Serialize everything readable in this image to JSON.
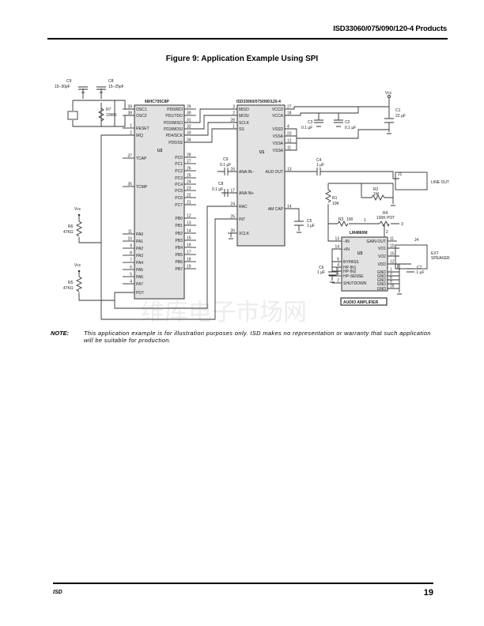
{
  "header": {
    "title": "ISD33060/075/090/120-4 Products"
  },
  "figure": {
    "title": "Figure 9:  Application Example Using SPI"
  },
  "schematic": {
    "mcu": {
      "name": "68HC705C8P",
      "unit": "U2",
      "left_pins": [
        [
          "39",
          "OSC1"
        ],
        [
          "38",
          "OSC2"
        ],
        [
          "1",
          "RESET"
        ],
        [
          "2",
          "IRQ"
        ],
        [
          "37",
          "TCAP"
        ],
        [
          "35",
          "TCMP"
        ],
        [
          "11",
          "PA0"
        ],
        [
          "10",
          "PA1"
        ],
        [
          "9",
          "PA2"
        ],
        [
          "8",
          "PA3"
        ],
        [
          "7",
          "PA4"
        ],
        [
          "6",
          "PA5"
        ],
        [
          "5",
          "PA6"
        ],
        [
          "4",
          "PA7"
        ],
        [
          "",
          "PD7"
        ]
      ],
      "right_pins": [
        [
          "29",
          "PD0/RDI"
        ],
        [
          "30",
          "PD1/TDO"
        ],
        [
          "31",
          "PD2/MISO"
        ],
        [
          "32",
          "PD3/MOSI"
        ],
        [
          "33",
          "PD4/SCK"
        ],
        [
          "34",
          "PD5/SS"
        ],
        [
          "28",
          "PC0"
        ],
        [
          "27",
          "PC1"
        ],
        [
          "26",
          "PC2"
        ],
        [
          "25",
          "PC3"
        ],
        [
          "24",
          "PC4"
        ],
        [
          "23",
          "PC5"
        ],
        [
          "22",
          "PC6"
        ],
        [
          "21",
          "PC7"
        ],
        [
          "12",
          "PB0"
        ],
        [
          "13",
          "PB1"
        ],
        [
          "14",
          "PB2"
        ],
        [
          "15",
          "PB3"
        ],
        [
          "16",
          "PB4"
        ],
        [
          "17",
          "PB5"
        ],
        [
          "18",
          "PB6"
        ],
        [
          "19",
          "PB7"
        ]
      ]
    },
    "isd": {
      "name": "ISD33060/075/090/120-4",
      "unit": "U1",
      "left_pins": [
        [
          "3",
          "MISO"
        ],
        [
          "2",
          "MOSI"
        ],
        [
          "28",
          "SCLK"
        ],
        [
          "1",
          "SS"
        ],
        [
          "16",
          "ANA IN–"
        ],
        [
          "17",
          "ANA IN+"
        ],
        [
          "24",
          "RAC"
        ],
        [
          "25",
          "INT"
        ],
        [
          "26",
          "XCLK"
        ]
      ],
      "right_pins": [
        [
          "27",
          "VCCD"
        ],
        [
          "18",
          "VCCA"
        ],
        [
          "4",
          "VSSD"
        ],
        [
          "23",
          "VSSA"
        ],
        [
          "12",
          "VSSA"
        ],
        [
          "11",
          "VSSA"
        ],
        [
          "13",
          "AUD OUT"
        ],
        [
          "14",
          "AM CAP"
        ]
      ]
    },
    "amp": {
      "name": "LM4860M",
      "unit": "U3",
      "caption": "AUDIO AMPLIFIER",
      "left_pins": [
        [
          "13",
          "–IN"
        ],
        [
          "14",
          "+IN"
        ],
        [
          "6",
          "BYPASS"
        ],
        [
          "4",
          "HP-IN1"
        ],
        [
          "7",
          "HP-IN2"
        ],
        [
          "5",
          "HP-SENSE"
        ],
        [
          "2",
          "SHUTDOWN"
        ]
      ],
      "right_pins": [
        [
          "11",
          "GAIN-OUT"
        ],
        [
          "10",
          "VO1"
        ],
        [
          "15",
          "VO2"
        ],
        [
          "12",
          "VDD"
        ],
        [
          "1",
          "GND"
        ],
        [
          "3",
          "GND"
        ],
        [
          "8",
          "GND"
        ],
        [
          "9",
          "GND"
        ],
        [
          "16",
          "GND"
        ]
      ]
    },
    "components": {
      "c9_osc": {
        "ref": "C9",
        "value": "15–30pF"
      },
      "c8_osc": {
        "ref": "C8",
        "value": "15–25pF"
      },
      "r7": {
        "ref": "R7",
        "value": "10MΩ"
      },
      "c9": {
        "ref": "C9",
        "value": "0.1 µF"
      },
      "c8": {
        "ref": "C8",
        "value": "0.1 µF"
      },
      "c3": {
        "ref": "C3",
        "value": "0.1 µF"
      },
      "c2": {
        "ref": "C2",
        "value": "0.1 µF"
      },
      "c1": {
        "ref": "C1",
        "value": "22 µF"
      },
      "c4": {
        "ref": "C4",
        "value": "1 µF"
      },
      "c5": {
        "ref": "C5",
        "value": "1 µF"
      },
      "c6": {
        "ref": "C6",
        "value": "1 µF"
      },
      "c7": {
        "ref": "C7",
        "value": ".1 µF"
      },
      "r1": {
        "ref": "R1",
        "value": "10K"
      },
      "r2": {
        "ref": "R2",
        "value": "1M"
      },
      "r3": {
        "ref": "R3",
        "value": "100"
      },
      "r4": {
        "ref": "R4",
        "value": "100K POT"
      },
      "r5": {
        "ref": "R5",
        "value": "47KΩ"
      },
      "r6": {
        "ref": "R6",
        "value": "47KΩ"
      },
      "j1": {
        "ref": "J1",
        "label": "LINE OUT"
      },
      "j4": {
        "ref": "J4",
        "label1": "EXT",
        "label2": "SPEAKER"
      },
      "vcc": "Vcc",
      "pot_pins": [
        "1",
        "2",
        "3"
      ]
    },
    "watermark": "维库电子市场网"
  },
  "note": {
    "label": "NOTE:",
    "text": "This application example is for illustration purposes only. ISD makes no representation or warranty that such application will be suitable for production."
  },
  "footer": {
    "left": "ISD",
    "page": "19"
  }
}
